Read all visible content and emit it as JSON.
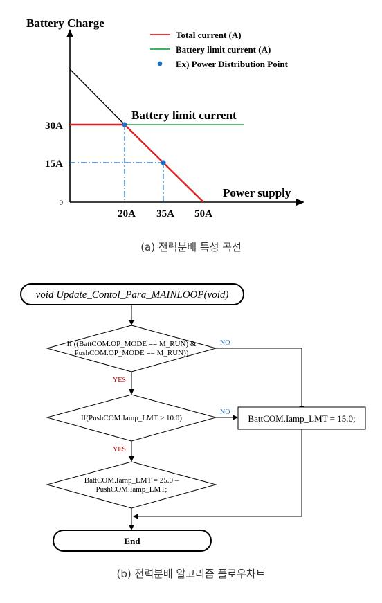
{
  "graph": {
    "y_axis_label": "Battery Charge",
    "x_axis_label": "Power supply",
    "legend": [
      {
        "label": "Total current (A)",
        "color": "#e02020",
        "kind": "line"
      },
      {
        "label": "Battery limit current (A)",
        "color": "#22a84a",
        "kind": "line"
      },
      {
        "label": "Ex) Power Distribution Point",
        "color": "#1f6fc4",
        "kind": "dot"
      }
    ],
    "annotation": "Battery limit current",
    "y_ticks": {
      "t30": "30A",
      "t15": "15A",
      "t0": "0"
    },
    "x_ticks": {
      "t20": "20A",
      "t35": "35A",
      "t50": "50A"
    },
    "caption": "(a) 전력분배 특성 곡선"
  },
  "flowchart": {
    "start_label": "void Update_Contol_Para_MAINLOOP(void)",
    "decision1_line1": "If ((BattCOM.OP_MODE == M_RUN) &",
    "decision1_line2": "PushCOM.OP_MODE == M_RUN))",
    "decision2": "If(PushCOM.Iamp_LMT > 10.0)",
    "process_right": "BattCOM.Iamp_LMT = 15.0;",
    "process_bottom_line1": "BattCOM.Iamp_LMT = 25.0 –",
    "process_bottom_line2": "PushCOM.Iamp_LMT;",
    "end_label": "End",
    "yes1": "YES",
    "yes2": "YES",
    "no1": "NO",
    "no2": "NO",
    "caption": "(b) 전력분배 알고리즘 플로우차트"
  }
}
